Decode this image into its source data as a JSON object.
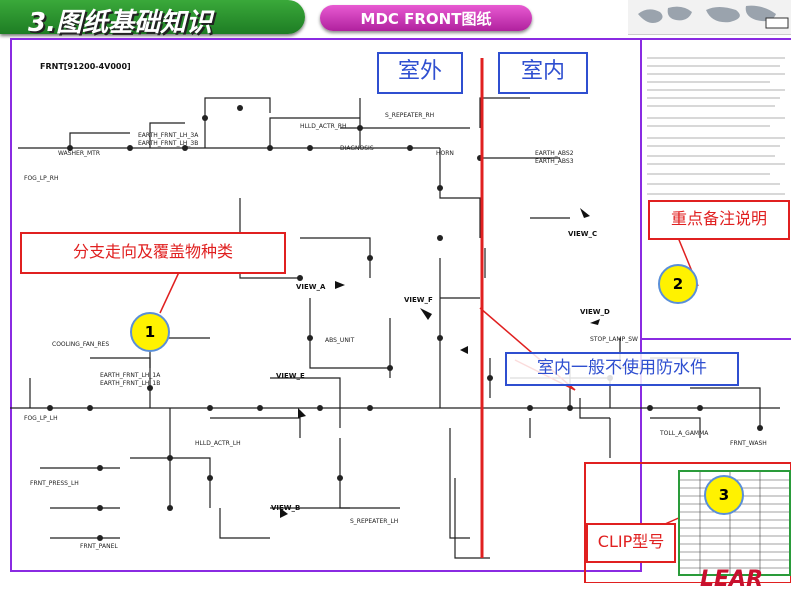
{
  "header": {
    "title": "3.图纸基础知识",
    "subtitle": "MDC FRONT图纸"
  },
  "drawing": {
    "part_number": "FRNT[91200-4V000]",
    "zone_outside": "室外",
    "zone_inside": "室内",
    "note_branch": "分支走向及覆盖物种类",
    "note_remarks": "重点备注说明",
    "note_indoor": "室内一般不使用防水件",
    "note_clip": "CLIP型号",
    "marker_1": "1",
    "marker_2": "2",
    "marker_3": "3",
    "views": [
      "VIEW_A",
      "VIEW_F",
      "VIEW_E",
      "VIEW_B",
      "VIEW_C",
      "VIEW_D"
    ],
    "wire_labels": [
      "WASHER_MTR",
      "FOG_LP_RH",
      "EARTH_FRNT_LH_3A",
      "EARTH_FRNT_LH_3B",
      "HORN",
      "DIAGNOSIS",
      "S_REPEATER_RH",
      "HLLD_ACTR_RH",
      "EARTH_ABS2",
      "EARTH_ABS3",
      "ABS_UNIT",
      "COOLING_FAN_RES",
      "EARTH_FRNT_LH_1A",
      "EARTH_FRNT_LH_1B",
      "FOG_LP_LH",
      "HLLD_ACTR_LH",
      "S_REPEATER_LH",
      "FRNT_PRESS_LH",
      "FRNT_PANEL",
      "STOP_LAMP_SW",
      "TOLL_A_GAMMA",
      "FRNT_WASH"
    ]
  },
  "colors": {
    "title_green": "#1e7d24",
    "subtitle_magenta": "#b0219e",
    "frame_purple": "#8a2be2",
    "zone_blue": "#2f4fd0",
    "note_red": "#e02020",
    "marker_yellow": "#fff200"
  },
  "footer": {
    "logo": "LEAR"
  }
}
